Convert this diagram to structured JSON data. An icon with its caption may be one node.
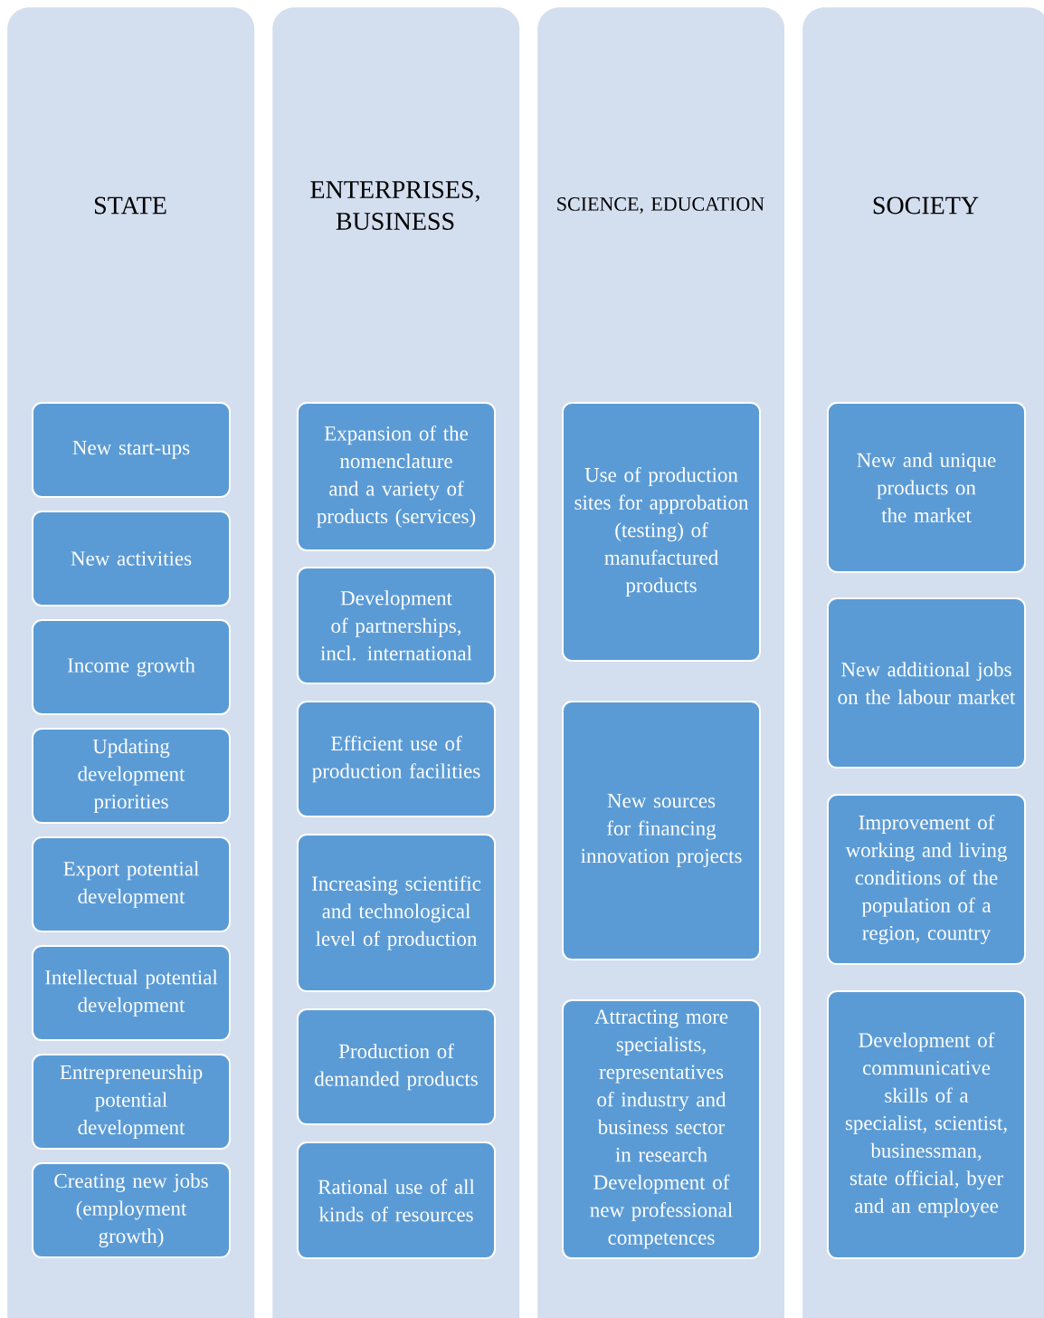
{
  "diagram": {
    "nodes": [
      {
        "text": [
          "STATE"
        ]
      },
      {
        "text": [
          "New start-ups"
        ],
        "in": 0
      },
      {
        "text": [
          "New activities"
        ],
        "in": 0
      },
      {
        "text": [
          "Income growth"
        ],
        "in": 0
      },
      {
        "text": [
          "Updating development priorities"
        ],
        "in": 0
      },
      {
        "text": [
          "Export potential development"
        ],
        "in": 0
      },
      {
        "text": [
          "Intellectual potential development"
        ],
        "in": 0
      },
      {
        "text": [
          "Entrepreneurship potential development"
        ],
        "in": 0
      },
      {
        "text": [
          "Creating new jobs (employment growth)"
        ],
        "in": 0
      },
      {
        "text": [
          "ENTERPRISES, BUSINESS"
        ]
      },
      {
        "text": [
          "Expansion of the nomenclature and a variety of products (services)"
        ],
        "in": 9
      },
      {
        "text": [
          "Development of partnerships, incl. international"
        ],
        "in": 9
      },
      {
        "text": [
          "Efficient use of production facilities"
        ],
        "in": 9
      },
      {
        "text": [
          "Increasing scientific and technological level of production"
        ],
        "in": 9
      },
      {
        "text": [
          "Production of demanded products"
        ],
        "in": 9
      },
      {
        "text": [
          "Rational use of all kinds of resources"
        ],
        "in": 9
      },
      {
        "text": [
          "SCIENCE, EDUCATION"
        ]
      },
      {
        "text": [
          "Use of production sites for approbation (testing) of manufactured products"
        ],
        "in": 16
      },
      {
        "text": [
          "New sources for financing innovation projects"
        ],
        "in": 16
      },
      {
        "text": [
          "Attracting more specialists, representatives of industry and business sector in research Development of new professional competences"
        ],
        "in": 16
      },
      {
        "text": [
          "SOCIETY"
        ]
      },
      {
        "text": [
          "New and unique products on the market"
        ],
        "in": 20
      },
      {
        "text": [
          "New additional jobs on the labour market"
        ],
        "in": 20
      },
      {
        "text": [
          "Improvement of working and living conditions of the population of a region, country"
        ],
        "in": 20
      },
      {
        "text": [
          "Development of communicative skills of a specialist, scientist, businessman, state official, byer and an employee"
        ],
        "in": 20
      }
    ]
  }
}
